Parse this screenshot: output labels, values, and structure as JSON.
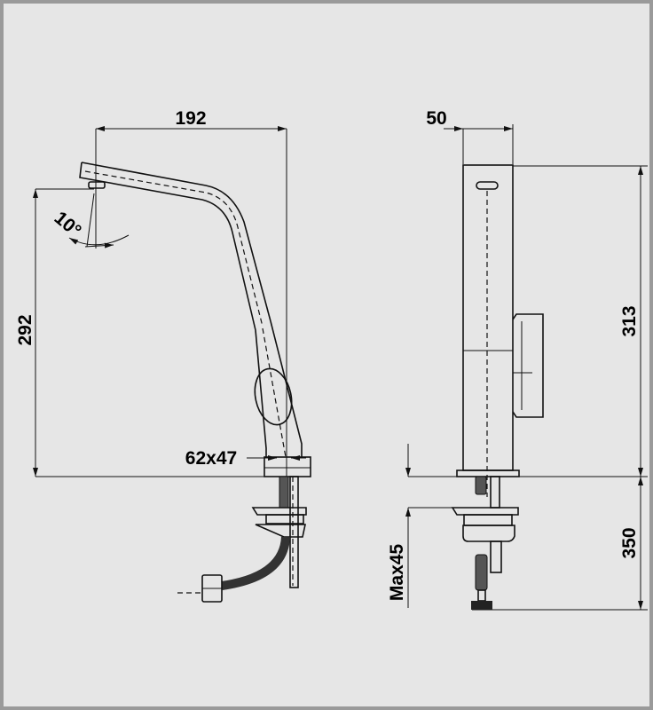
{
  "side_view": {
    "width_dim": "192",
    "height_dim": "292",
    "angle_dim": "10°",
    "base_dim": "62x47"
  },
  "front_view": {
    "width_dim": "50",
    "height_dim": "313",
    "max_thickness_dim": "Max45",
    "below_dim": "350"
  }
}
